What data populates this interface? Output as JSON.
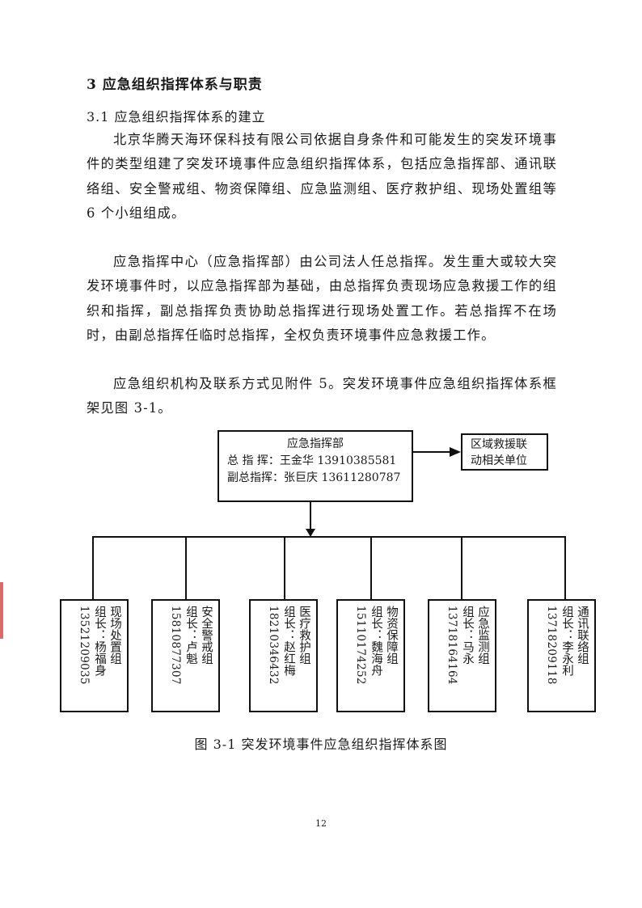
{
  "heading": "3  应急组织指挥体系与职责",
  "subheading": "3.1  应急组织指挥体系的建立",
  "paragraphs": [
    "北京华腾天海环保科技有限公司依据自身条件和可能发生的突发环境事件的类型组建了突发环境事件应急组织指挥体系，包括应急指挥部、通讯联络组、安全警戒组、物资保障组、应急监测组、医疗救护组、现场处置组等 6 个小组组成。",
    "应急指挥中心（应急指挥部）由公司法人任总指挥。发生重大或较大突发环境事件时，以应急指挥部为基础，由总指挥负责现场应急救援工作的组织和指挥，副总指挥负责协助总指挥进行现场处置工作。若总指挥不在场时，由副总指挥任临时总指挥，全权负责环境事件应急救援工作。",
    "应急组织机构及联系方式见附件 5。突发环境事件应急组织指挥体系框架见图 3-1。"
  ],
  "diagram": {
    "command": {
      "title": "应急指挥部",
      "line1": "总 指 挥：王金华 13910385581",
      "line2": "副总指挥：张巨庆 13611280787"
    },
    "region": {
      "line1": "区域救援联",
      "line2": "动相关单位"
    },
    "groups": [
      {
        "name": "现场处置组",
        "leader": "组长：杨福身",
        "phone": "13521209035"
      },
      {
        "name": "安全警戒组",
        "leader": "组长：卢魁",
        "phone": "15810877307"
      },
      {
        "name": "医疗救护组",
        "leader": "组长：赵红梅",
        "phone": "18210346432"
      },
      {
        "name": "物资保障组",
        "leader": "组长：魏海舟",
        "phone": "15110174252"
      },
      {
        "name": "应急监测组",
        "leader": "组长：马永",
        "phone": "13718164164"
      },
      {
        "name": "通讯联络组",
        "leader": "组长：李永利",
        "phone": "13718209118"
      }
    ]
  },
  "caption": "图 3-1 突发环境事件应急组织指挥体系图",
  "page_number": "12"
}
